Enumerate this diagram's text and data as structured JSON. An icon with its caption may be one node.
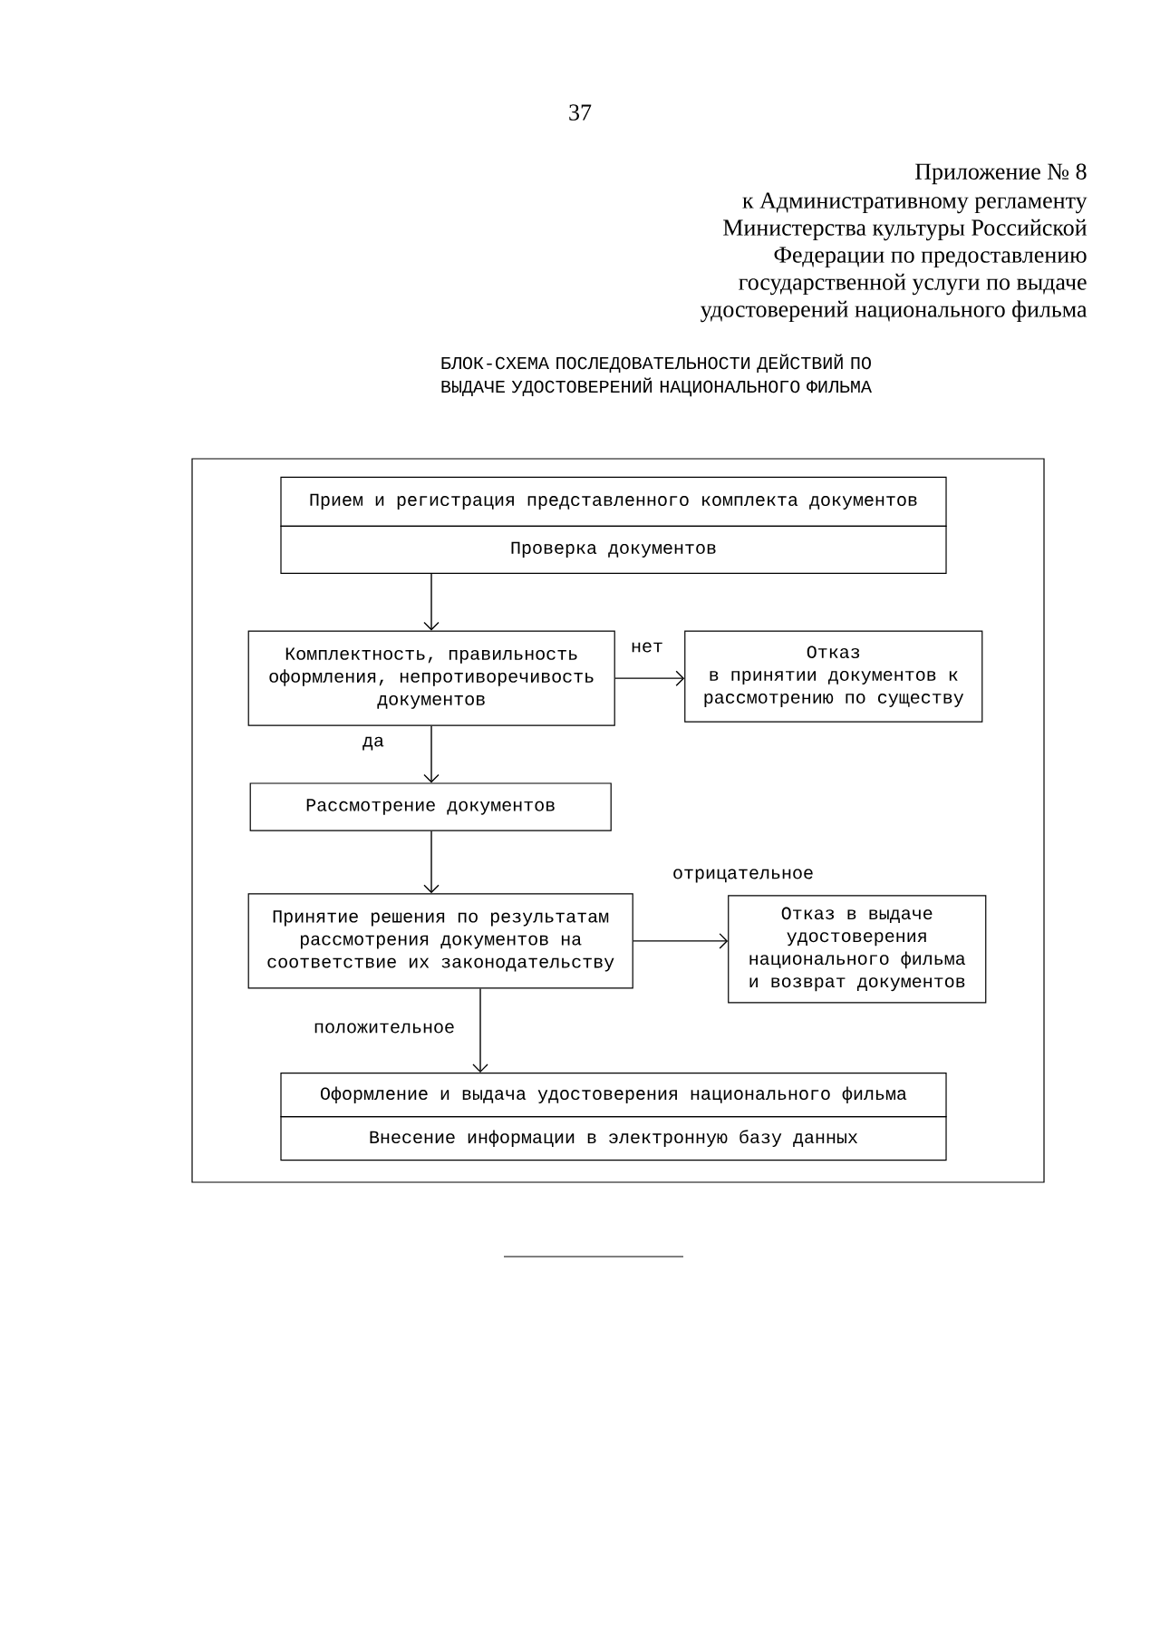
{
  "diagram": {
    "title": "БЛОК-СХЕМА ПОСЛЕДОВАТЕЛЬНОСТИ ДЕЙСТВИЙ ПО ВЫДАЧЕ УДОСТОВЕРЕНИЙ НАЦИОНАЛЬНОГО ФИЛЬМА",
    "nodes": [
      {
        "text": [],
        "shape": "box"
      },
      {
        "text": [
          "Прием и регистрация представленного комплекта документов"
        ],
        "in": 0
      },
      {
        "text": [
          "Проверка документов"
        ],
        "in": 0
      },
      {
        "text": [
          "Комплектность, правильность оформления, непротиворечивость документов"
        ],
        "in": 0
      },
      {
        "text": [
          "Отказ",
          "в принятии документов к рассмотрению по существу"
        ],
        "in": 0
      },
      {
        "text": [
          "Рассмотрение документов"
        ],
        "in": 0
      },
      {
        "text": [
          "Принятие решения по результатам рассмотрения документов на соответствие их законодательству"
        ],
        "in": 0
      },
      {
        "text": [
          "Отказ в выдаче удостоверения национального фильма и возврат документов"
        ],
        "in": 0
      },
      {
        "text": [
          "Оформление и выдача удостоверения национального фильма"
        ],
        "in": 0
      },
      {
        "text": [
          "Внесение информации в электронную базу данных"
        ],
        "in": 0
      }
    ],
    "edges": [
      {
        "from": 2,
        "to": 3,
        "arrow": "to"
      },
      {
        "from": 3,
        "to": 4,
        "arrow": "to",
        "label": "нет"
      },
      {
        "from": 3,
        "to": 5,
        "arrow": "to",
        "label": "да"
      },
      {
        "from": 5,
        "to": 6,
        "arrow": "to"
      },
      {
        "from": 6,
        "to": 7,
        "arrow": "to",
        "label": "отрицательное"
      },
      {
        "from": 6,
        "to": 8,
        "arrow": "to",
        "label": "положительное"
      }
    ],
    "labels": [
      "37",
      "Приложение № 8",
      "к Административному регламенту Министерства культуры Российской Федерации по предоставлению государственной услуги по выдаче удостоверений национального фильма"
    ]
  }
}
